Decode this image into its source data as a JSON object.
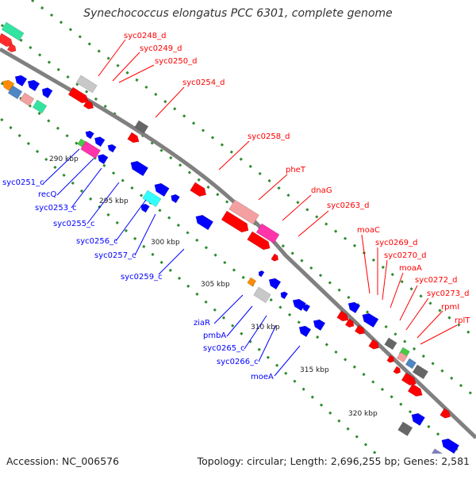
{
  "title": "Synechococcus elongatus PCC 6301, complete genome",
  "footer": {
    "accession": "Accession: NC_006576",
    "summary": "Topology: circular; Length: 2,696,255 bp; Genes: 2,581"
  },
  "colors": {
    "backbone": "#808080",
    "forward": "#ff0000",
    "reverse": "#0000ff",
    "dots": "#2e8b2e",
    "label_forward": "#ff0000",
    "label_reverse": "#0000ff"
  },
  "scale_labels": [
    "290 kbp",
    "295 kbp",
    "300 kbp",
    "305 kbp",
    "310 kbp",
    "315 kbp",
    "320 kbp"
  ],
  "forward_labels": [
    "syc0248_d",
    "syc0249_d",
    "syc0250_d",
    "syc0254_d",
    "syc0258_d",
    "pheT",
    "dnaG",
    "syc0263_d",
    "moaC",
    "syc0269_d",
    "syc0270_d",
    "moaA",
    "syc0272_d",
    "syc0273_d",
    "rpmI",
    "rplT"
  ],
  "reverse_labels": [
    "syc0251_c",
    "recQ",
    "syc0253_c",
    "syc0255_c",
    "syc0256_c",
    "syc0257_c",
    "syc0259_c",
    "ziaR",
    "pmbA",
    "syc0265_c",
    "syc0266_c",
    "moeA"
  ]
}
